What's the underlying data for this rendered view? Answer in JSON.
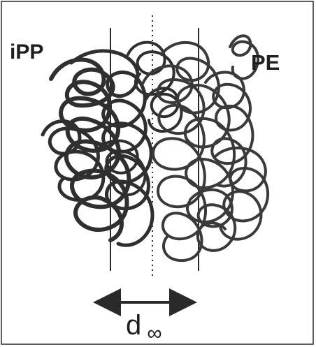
{
  "diagram": {
    "left_label": "iPP",
    "right_label": "PE",
    "width_symbol": "d",
    "width_subscript": "∞"
  },
  "colors": {
    "ink": "#2a2a2a",
    "paper": "#ffffff"
  }
}
